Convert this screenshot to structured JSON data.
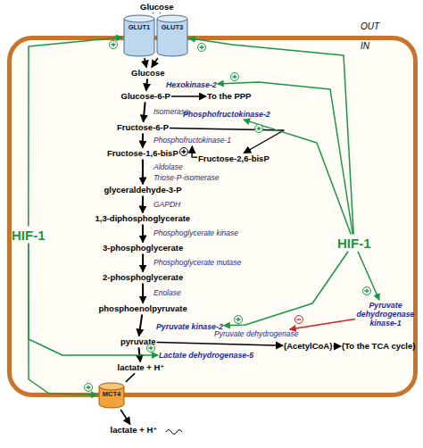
{
  "diagram": {
    "nodes": [
      {
        "text": [
          "Glucose"
        ]
      },
      {
        "text": [
          "IN"
        ]
      },
      {
        "text": [
          "GLUT1"
        ],
        "in": 1
      },
      {
        "text": [
          "GLUT3"
        ],
        "in": 1
      },
      {
        "text": [
          "Glucose"
        ],
        "in": 1
      },
      {
        "text": [
          "Hexokinase-2"
        ],
        "in": 1
      },
      {
        "text": [
          "Glucose-6-P"
        ],
        "in": 1
      },
      {
        "text": [
          "To the PPP"
        ],
        "in": 1
      },
      {
        "text": [
          "Fructose-6-P"
        ],
        "in": 1
      },
      {
        "text": [
          "Phosphofructokinase-2"
        ],
        "in": 1
      },
      {
        "text": [
          "Phosphofructokinase-1"
        ],
        "in": 1
      },
      {
        "text": [
          "Fructose-1,6-bisP"
        ],
        "in": 1
      },
      {
        "text": [
          "Fructose-2,6-bisP"
        ],
        "in": 1
      },
      {
        "text": [
          "glyceraldehyde-3-P"
        ],
        "in": 1
      },
      {
        "text": [
          "1,3-diphosphoglycerate"
        ],
        "in": 1
      },
      {
        "text": [
          "3-phosphoglycerate"
        ],
        "in": 1
      },
      {
        "text": [
          "2-phosphoglycerate"
        ],
        "in": 1
      },
      {
        "text": [
          "phosphoenolpyruvate"
        ],
        "in": 1
      },
      {
        "text": [
          "Pyruvate kinase-2"
        ],
        "in": 1
      },
      {
        "text": [
          "pyruvate"
        ],
        "in": 1
      },
      {
        "text": [
          "Pyruvate dehydrogenase"
        ],
        "in": 1
      },
      {
        "text": [
          "(AcetylCoA)"
        ],
        "in": 1
      },
      {
        "text": [
          "(To the TCA cycle)"
        ],
        "in": 1
      },
      {
        "text": [
          "Pyruvate dehydrogenase kinase-1"
        ],
        "in": 1
      },
      {
        "text": [
          "Lactate dehydrogenase-5"
        ],
        "in": 1
      },
      {
        "text": [
          "lactate + H⁺"
        ],
        "in": 1
      },
      {
        "text": [
          "MCT4"
        ],
        "in": 1
      },
      {
        "text": [
          "HIF-1"
        ],
        "in": 1
      },
      {
        "text": [
          "HIF-1"
        ],
        "in": 1
      },
      {
        "text": [
          "lactate + H⁺"
        ]
      }
    ],
    "edges": [
      {
        "from": 0,
        "to": 2,
        "arrow": "none"
      },
      {
        "from": 0,
        "to": 3,
        "arrow": "none"
      },
      {
        "from": 2,
        "to": 4,
        "arrow": "to"
      },
      {
        "from": 3,
        "to": 4,
        "arrow": "to"
      },
      {
        "from": 4,
        "to": 6,
        "arrow": "to"
      },
      {
        "from": 6,
        "to": 7,
        "arrow": "to"
      },
      {
        "from": 6,
        "to": 8,
        "arrow": "to"
      },
      {
        "from": 8,
        "to": 11,
        "arrow": "to"
      },
      {
        "from": 8,
        "to": 12,
        "arrow": "to"
      },
      {
        "from": 12,
        "to": 10,
        "arrow": "to"
      },
      {
        "from": 11,
        "to": 13,
        "arrow": "to"
      },
      {
        "from": 13,
        "to": 14,
        "arrow": "to"
      },
      {
        "from": 14,
        "to": 15,
        "arrow": "to"
      },
      {
        "from": 15,
        "to": 16,
        "arrow": "to"
      },
      {
        "from": 16,
        "to": 17,
        "arrow": "to"
      },
      {
        "from": 17,
        "to": 19,
        "arrow": "to"
      },
      {
        "from": 19,
        "to": 21,
        "arrow": "to"
      },
      {
        "from": 21,
        "to": 22,
        "arrow": "to"
      },
      {
        "from": 19,
        "to": 25,
        "arrow": "to"
      },
      {
        "from": 25,
        "to": 26,
        "arrow": "none"
      },
      {
        "from": 26,
        "to": 29,
        "arrow": "to"
      },
      {
        "from": 23,
        "to": 20,
        "arrow": "to"
      },
      {
        "from": 27,
        "to": 2,
        "arrow": "to"
      },
      {
        "from": 27,
        "to": 24,
        "arrow": "to"
      },
      {
        "from": 27,
        "to": 26,
        "arrow": "to"
      },
      {
        "from": 28,
        "to": 3,
        "arrow": "to"
      },
      {
        "from": 28,
        "to": 5,
        "arrow": "to"
      },
      {
        "from": 28,
        "to": 9,
        "arrow": "to"
      },
      {
        "from": 28,
        "to": 23,
        "arrow": "to"
      },
      {
        "from": 28,
        "to": 18,
        "arrow": "to"
      }
    ],
    "labels": [
      "OUT",
      "Isomerase",
      "Aldolase",
      "Triose-P-isomerase",
      "GAPDH",
      "Phosphoglycerate kinase",
      "Phosphoglycerate mutase",
      "Enolase"
    ]
  }
}
